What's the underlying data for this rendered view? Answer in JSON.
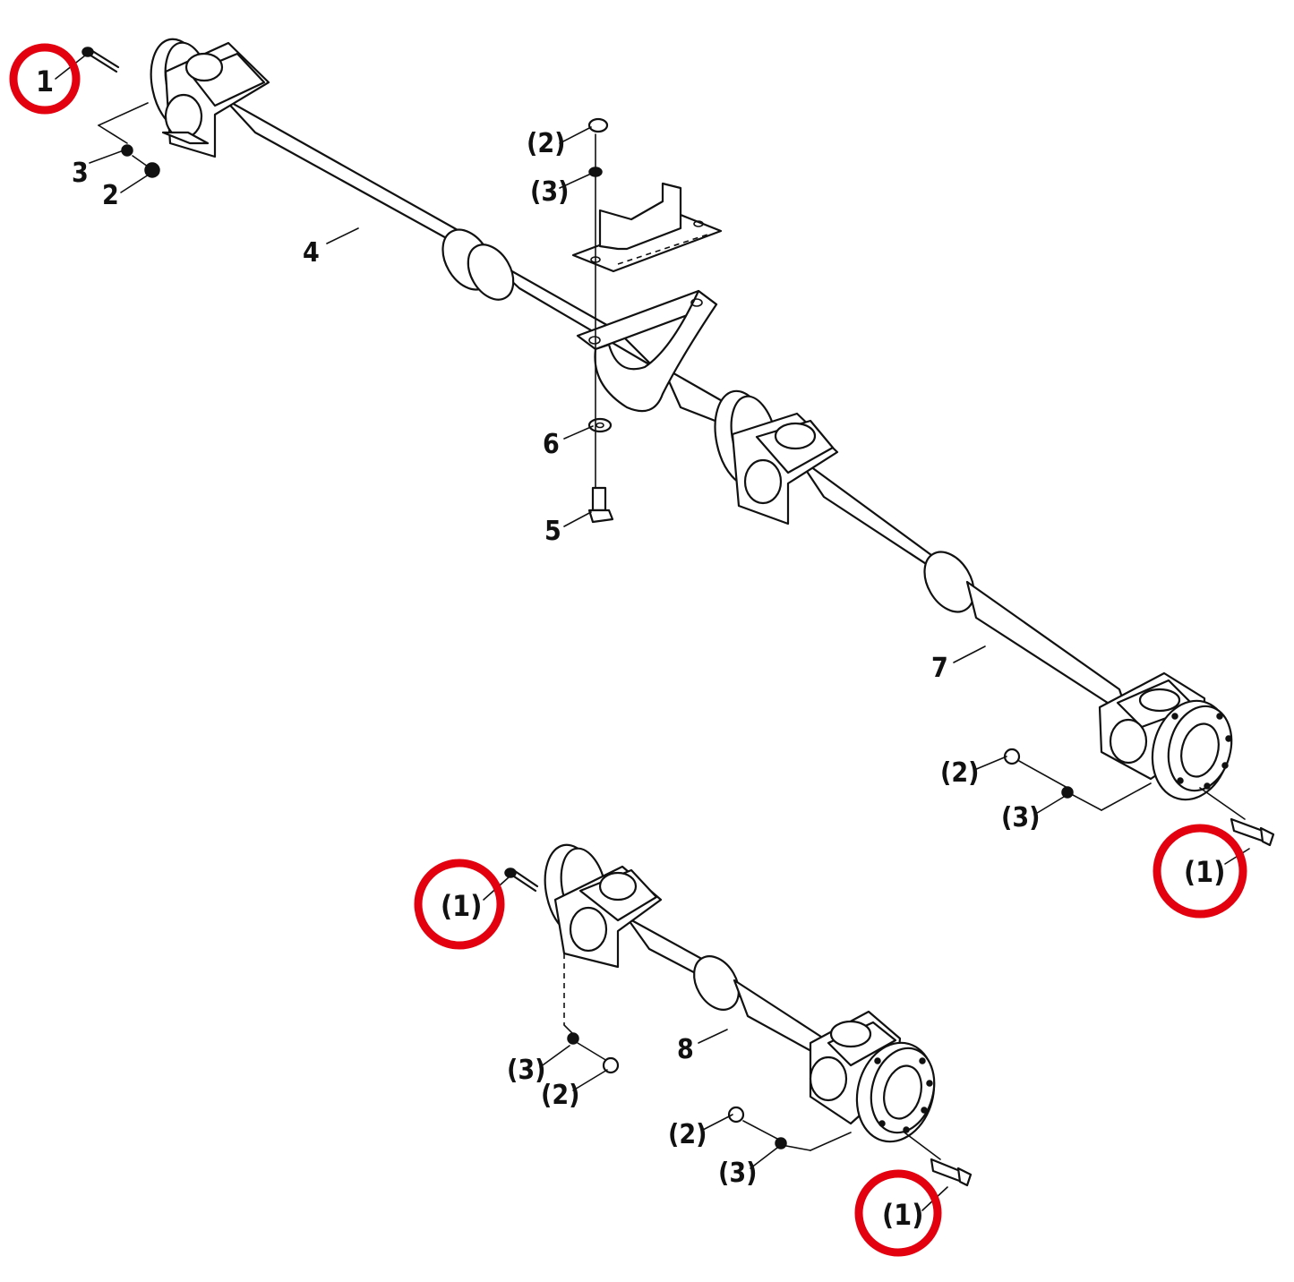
{
  "callouts": {
    "c1_top": "1",
    "c2_top": "2",
    "c3_top": "3",
    "c4": "4",
    "c2_mid": "(2)",
    "c3_mid": "(3)",
    "c6": "6",
    "c5": "5",
    "c7": "7",
    "c2_right": "(2)",
    "c3_right": "(3)",
    "c1_right": "(1)",
    "c1_bottom_left": "(1)",
    "c8": "8",
    "c3_bottom_left": "(3)",
    "c2_bottom_left": "(2)",
    "c2_bottom_right": "(2)",
    "c3_bottom_right": "(3)",
    "c1_bottom_right": "(1)"
  },
  "highlight_color": "#e3000f",
  "highlighted_callouts": [
    "1",
    "(1)",
    "(1)",
    "(1)"
  ]
}
